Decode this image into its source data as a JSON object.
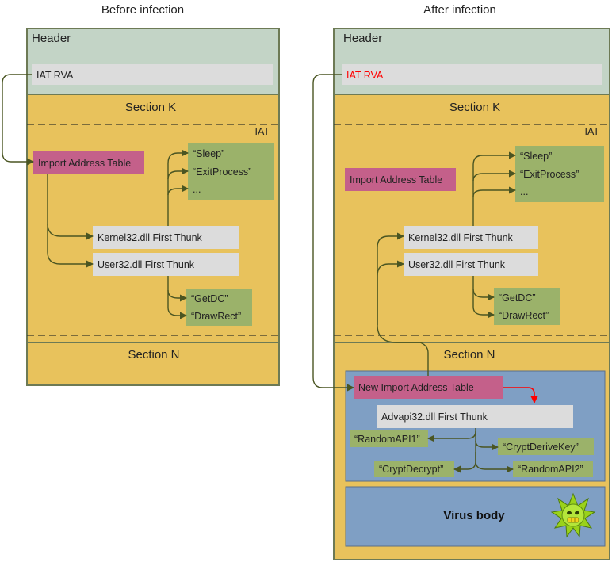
{
  "titles": {
    "before": "Before infection",
    "after": "After infection"
  },
  "before": {
    "header": "Header",
    "iat_rva": "IAT RVA",
    "section_k": "Section K",
    "iat_tag": "IAT",
    "import_table": "Import Address Table",
    "kernel_thunk": "Kernel32.dll First Thunk",
    "user_thunk": "User32.dll First Thunk",
    "kernel_funcs": [
      "“Sleep”",
      "“ExitProcess”",
      "..."
    ],
    "user_funcs": [
      "“GetDC”",
      "“DrawRect”"
    ],
    "section_n": "Section N"
  },
  "after": {
    "header": "Header",
    "iat_rva": "IAT RVA",
    "section_k": "Section K",
    "iat_tag": "IAT",
    "import_table": "Import Address Table",
    "kernel_thunk": "Kernel32.dll First Thunk",
    "user_thunk": "User32.dll First Thunk",
    "kernel_funcs": [
      "“Sleep”",
      "“ExitProcess”",
      "..."
    ],
    "user_funcs": [
      "“GetDC”",
      "“DrawRect”"
    ],
    "section_n": "Section N",
    "new_import_table": "New Import Address Table",
    "advapi_thunk": "Advapi32.dll First Thunk",
    "advapi_funcs": [
      "“RandomAPI1”",
      "“CryptDeriveKey”",
      "“CryptDecrypt”",
      "“RandomAPI2”"
    ],
    "virus_body": "Virus body"
  },
  "colors": {
    "header_fill": "#c3d4c6",
    "section_fill": "#e8c25c",
    "iat_rva_box": "#dcdcdc",
    "import_table_box": "#c4608a",
    "thunk_box": "#dcdcdc",
    "func_box": "#9bb26a",
    "virus_area": "#7f9fc4",
    "wire": "#4a5522",
    "highlight_red": "#ff0000",
    "border": "#6d7a55"
  },
  "icons": {
    "virus": "virus-icon"
  }
}
